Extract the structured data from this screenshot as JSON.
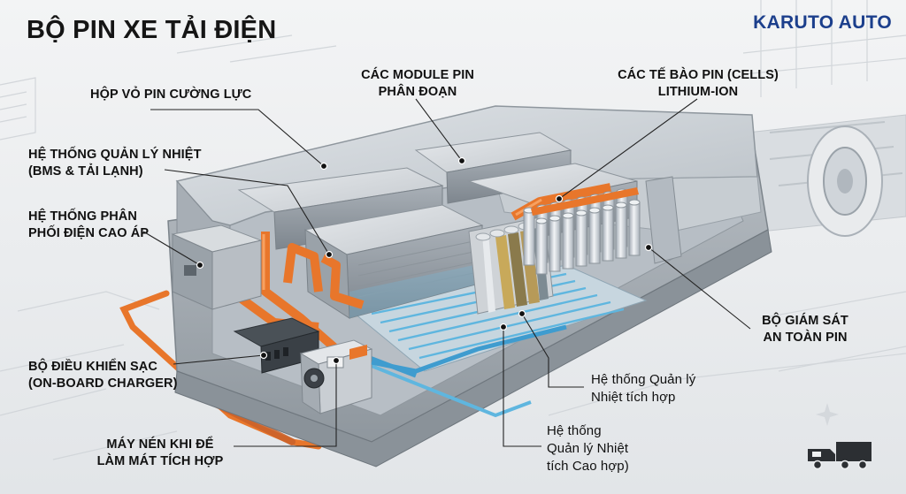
{
  "title": "BỘ PIN XE TẢI ĐIỆN",
  "brand": "KARUTO AUTO",
  "labels": {
    "housing": "HỘP VỎ PIN CƯỜNG LỰC",
    "thermal_bms": "HỆ THỐNG QUẢN LÝ NHIỆT\n(BMS & TẢI LẠNH)",
    "hv_distribution": "HỆ THỐNG PHÂN\nPHỐI ĐIỆN CAO ÁP",
    "charger": "BỘ ĐIỀU KHIỂN SẠC\n(ON-BOARD CHARGER)",
    "compressor": "MÁY NÉN KHI ĐỂ\nLÀM MÁT TÍCH HỢP",
    "modules": "CÁC MODULE PIN\nPHÂN ĐOẠN",
    "cells": "CÁC TẾ BÀO PIN (CELLS)\nLITHIUM-ION",
    "safety_monitor": "BỘ GIÁM SÁT\nAN TOÀN PIN",
    "integrated_thermal": "Hệ thống Quản lý\nNhiệt tích hợp",
    "integrated_thermal_2": "Hệ thống\nQuản lý Nhiệt\ntích Cao hợp)"
  },
  "icons": {
    "truck": "truck-icon",
    "sparkle": "sparkle-icon"
  },
  "colors": {
    "title": "#151515",
    "brand": "#1c3f8c",
    "orange": "#e8762b",
    "coolant": "#5fb6df",
    "metal": "#c6cbd0"
  }
}
